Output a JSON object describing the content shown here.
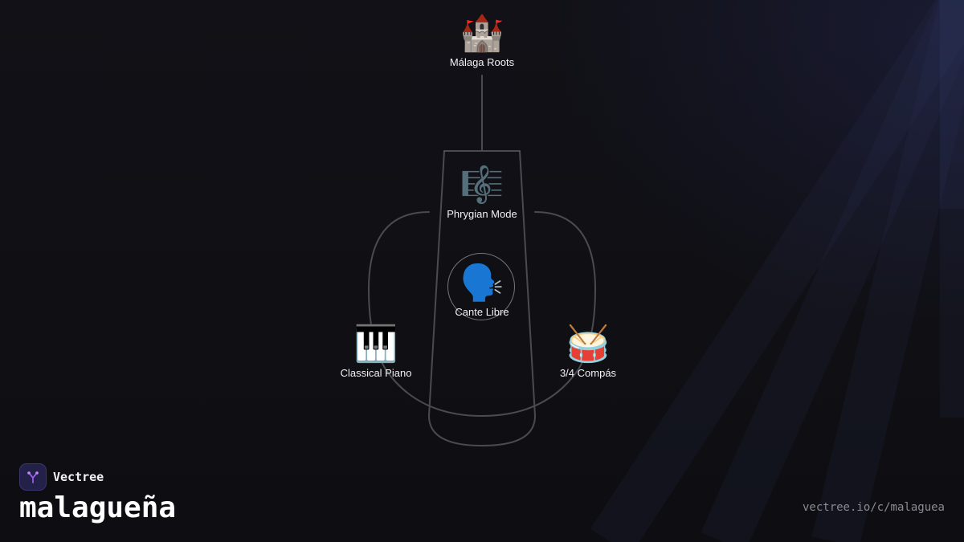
{
  "brand": {
    "name": "Vectree",
    "logo_icon": "tree-branch-icon",
    "accent_color": "#9b5de5"
  },
  "page": {
    "title": "malagueña",
    "url": "vectree.io/c/malaguea"
  },
  "diagram": {
    "colors": {
      "outline": "#4a4a52",
      "ring": "#c8c8d2",
      "label": "#f2f2f5"
    },
    "nodes": [
      {
        "id": "malaga-roots",
        "emoji": "🏰",
        "icon": "castle-icon",
        "label": "Málaga Roots"
      },
      {
        "id": "phrygian-mode",
        "emoji": "🎼",
        "icon": "musical-score-icon",
        "label": "Phrygian Mode"
      },
      {
        "id": "cante-libre",
        "emoji": "🗣️",
        "icon": "speaking-head-icon",
        "label": "Cante Libre"
      },
      {
        "id": "classical-piano",
        "emoji": "🎹",
        "icon": "piano-keyboard-icon",
        "label": "Classical Piano"
      },
      {
        "id": "compas",
        "emoji": "🥁",
        "icon": "drum-icon",
        "label": "3/4 Compás"
      }
    ]
  }
}
